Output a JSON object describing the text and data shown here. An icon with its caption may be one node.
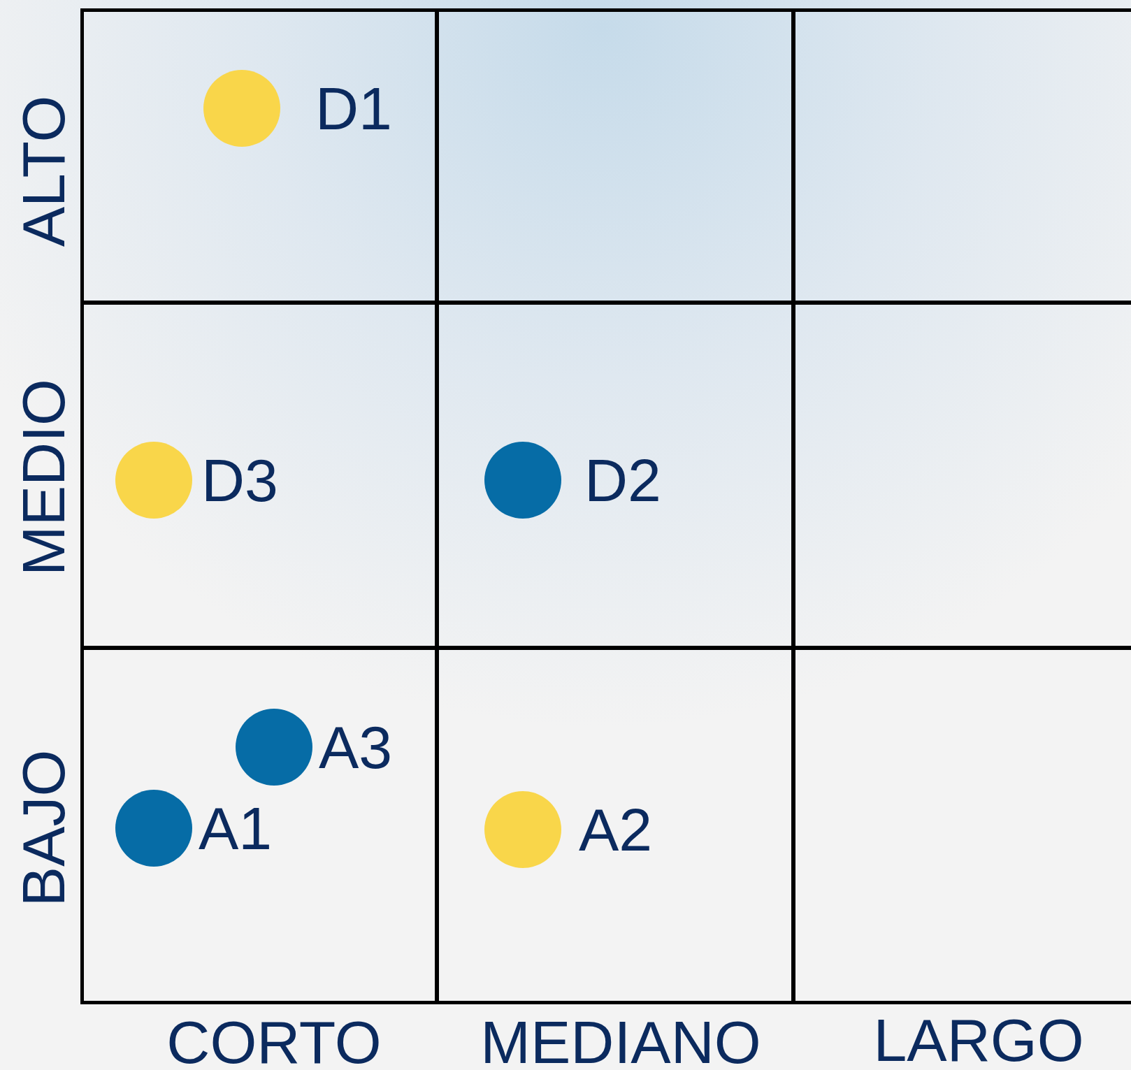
{
  "diagram": {
    "nodes": [
      {
        "text": [],
        "shape": "box"
      },
      {
        "text": [],
        "shape": "box"
      },
      {
        "text": [],
        "shape": "box"
      },
      {
        "text": [],
        "shape": "box"
      },
      {
        "text": [],
        "shape": "box"
      },
      {
        "text": [],
        "shape": "box"
      },
      {
        "text": [],
        "shape": "box"
      },
      {
        "text": [],
        "shape": "box"
      },
      {
        "text": [],
        "shape": "box"
      },
      {
        "text": [],
        "shape": "circle",
        "beside": [
          "D1"
        ],
        "in": 0
      },
      {
        "text": [],
        "shape": "circle",
        "beside": [
          "D3"
        ],
        "in": 3
      },
      {
        "text": [],
        "shape": "circle",
        "beside": [
          "D2"
        ],
        "in": 4
      },
      {
        "text": [],
        "shape": "circle",
        "beside": [
          "A3"
        ],
        "in": 6
      },
      {
        "text": [],
        "shape": "circle",
        "beside": [
          "A1"
        ],
        "in": 6
      },
      {
        "text": [],
        "shape": "circle",
        "beside": [
          "A2"
        ],
        "in": 7
      }
    ],
    "edges": [],
    "labels": [
      "ALTO",
      "MEDIO",
      "BAJO",
      "CORTO",
      "MEDIANO",
      "LARGO"
    ]
  }
}
